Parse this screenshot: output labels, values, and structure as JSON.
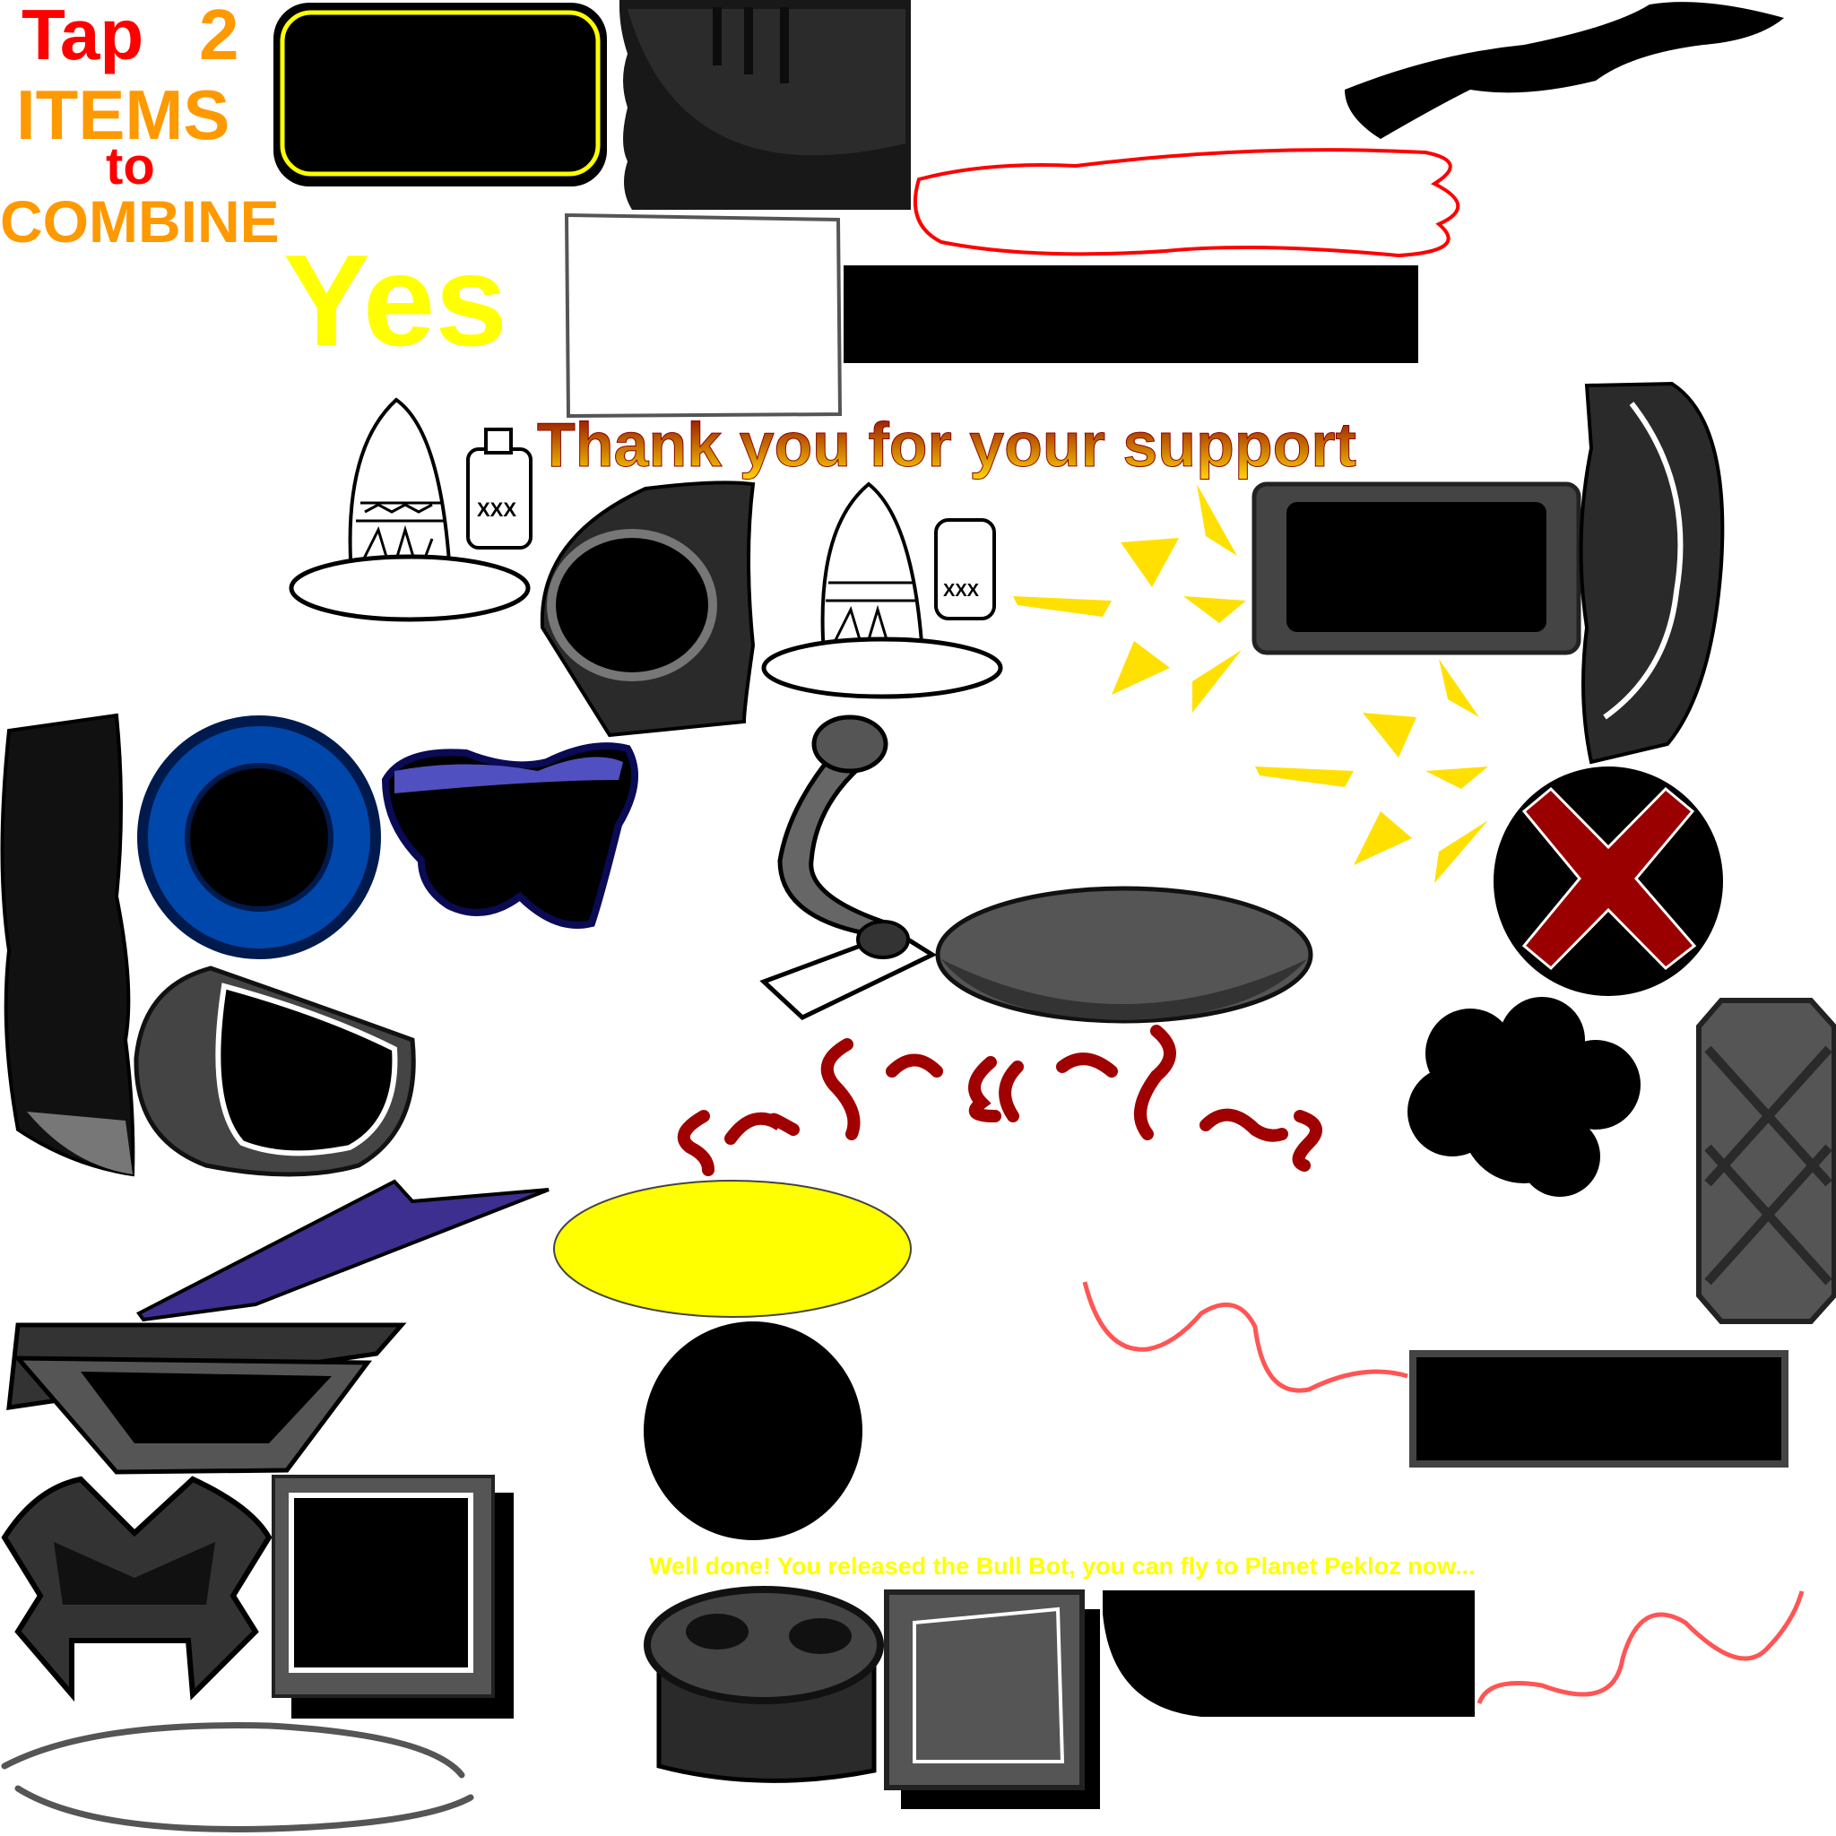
{
  "instructions": {
    "tap": "Tap",
    "two": "2",
    "items": "ITEMS",
    "to": "to",
    "combine": "COMBINE"
  },
  "yes_label": "Yes",
  "thanks_message": "Thank you for your support",
  "success_message": "Well done! You released the Bull Bot, you can fly to Planet Pekloz now...",
  "hat_label": "XXX",
  "colors": {
    "red": "#ff0000",
    "orange": "#ff9900",
    "yellow": "#ffff00",
    "dark_red": "#8b0000",
    "blue": "#0047ab",
    "purple": "#3c2f8f"
  }
}
